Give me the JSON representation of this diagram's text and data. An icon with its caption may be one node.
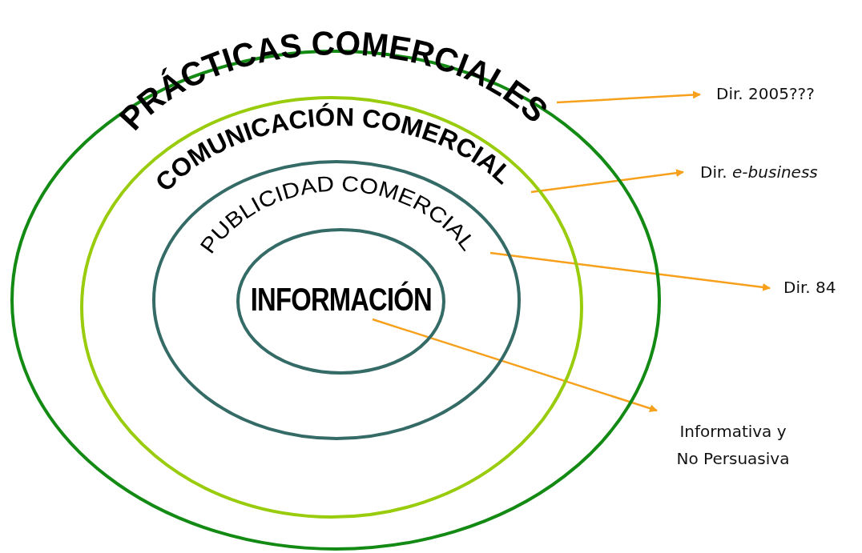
{
  "diagram": {
    "nodes": [
      {
        "text": [
          "PRÁCTICAS COMERCIALES"
        ]
      },
      {
        "text": [
          "COMUNICACIÓN COMERCIAL"
        ],
        "in": 0
      },
      {
        "text": [
          "PUBLICIDAD COMERCIAL"
        ],
        "in": 1
      },
      {
        "text": [
          "INFORMACIÓN"
        ],
        "in": 2
      },
      {
        "text": [
          "Dir. 2005???"
        ]
      },
      {
        "text": [
          "Dir. *e-business*"
        ]
      },
      {
        "text": [
          "Dir. 84"
        ]
      },
      {
        "text": [
          "Informativa y No Persuasiva"
        ]
      }
    ],
    "edges": [
      {
        "from": 0,
        "to": 4,
        "arrow": "to"
      },
      {
        "from": 1,
        "to": 5,
        "arrow": "to"
      },
      {
        "from": 2,
        "to": 6,
        "arrow": "to"
      },
      {
        "from": 3,
        "to": 7,
        "arrow": "to"
      }
    ]
  }
}
